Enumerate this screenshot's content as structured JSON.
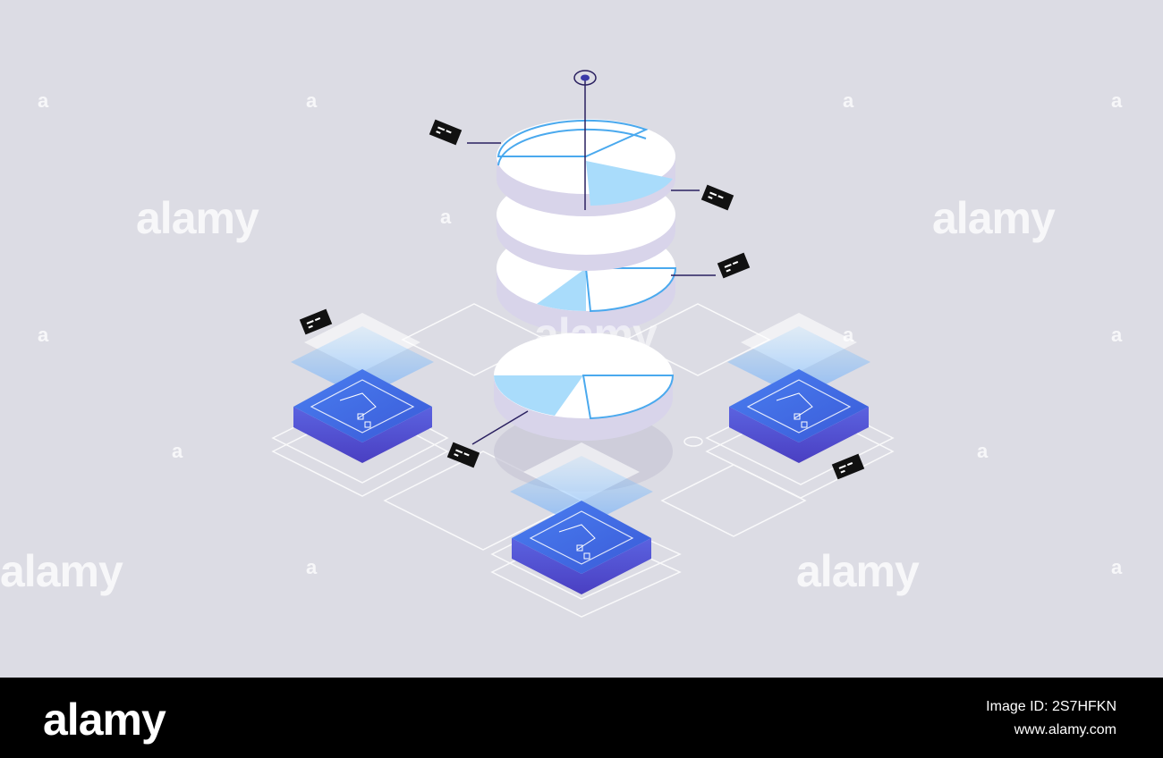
{
  "watermark": {
    "brand": "alamy",
    "small_mark": "a"
  },
  "footer": {
    "logo": "alamy",
    "image_id": "Image ID: 2S7HFKN",
    "url": "www.alamy.com"
  },
  "colors": {
    "background": "#dcdce4",
    "chip_top": "#3f6ee8",
    "chip_side": "#5a4ad6",
    "pie_white": "#ffffff",
    "pie_side": "#d8d4ea",
    "pie_accent": "#a9dcfb",
    "outline_blue": "#4aa9ee",
    "connector_dark": "#2a2060",
    "tag_black": "#111111"
  },
  "scene": {
    "subject": "isometric pie chart tower with three processor chips"
  }
}
